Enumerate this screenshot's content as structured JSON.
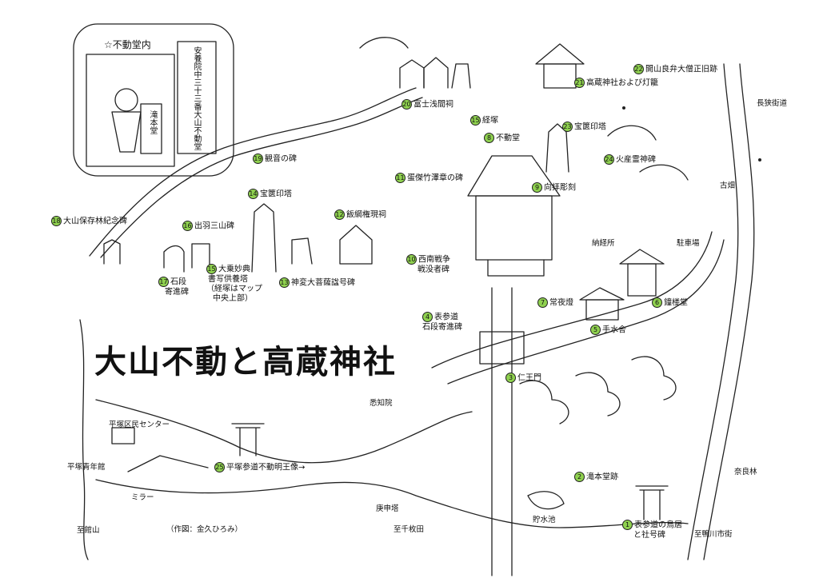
{
  "title": "大山不動と高蔵神社",
  "credit": "（作図：金久ひろみ）",
  "inset": {
    "title": "☆不動堂内",
    "scroll_text": "安養院中三十三番大山不動堂",
    "plaque_text": "滝本堂"
  },
  "locations": [
    {
      "id": "loc-1",
      "number": "1",
      "label": "表参道の鳥居",
      "label2": "と社号碑"
    },
    {
      "id": "loc-2",
      "number": "2",
      "label": "滝本堂跡"
    },
    {
      "id": "loc-3",
      "number": "3",
      "label": "仁王門"
    },
    {
      "id": "loc-4",
      "number": "4",
      "label": "表参道",
      "label2": "石段寄進碑"
    },
    {
      "id": "loc-5",
      "number": "5",
      "label": "手水舎"
    },
    {
      "id": "loc-6",
      "number": "6",
      "label": "鐘楼堂"
    },
    {
      "id": "loc-7",
      "number": "7",
      "label": "常夜燈"
    },
    {
      "id": "loc-8",
      "number": "8",
      "label": "不動堂"
    },
    {
      "id": "loc-9",
      "number": "9",
      "label": "向拝彫刻"
    },
    {
      "id": "loc-10",
      "number": "10",
      "label": "西南戦争",
      "label2": "戦没者碑"
    },
    {
      "id": "loc-11",
      "number": "11",
      "label": "蛋傑竹澤章の碑"
    },
    {
      "id": "loc-12",
      "number": "12",
      "label": "飯綱権現祠"
    },
    {
      "id": "loc-13",
      "number": "13",
      "label": "神変大菩薩諡号碑"
    },
    {
      "id": "loc-14",
      "number": "14",
      "label": "宝篋印塔"
    },
    {
      "id": "loc-15",
      "number": "15",
      "label": "大乗妙典",
      "label2": "書写供養塔",
      "note": "（経塚はマップ",
      "note2": "中央上部）"
    },
    {
      "id": "loc-16",
      "number": "16",
      "label": "出羽三山碑"
    },
    {
      "id": "loc-17",
      "number": "17",
      "label": "石段",
      "label2": "寄進碑"
    },
    {
      "id": "loc-18",
      "number": "18",
      "label": "大山保存林紀念碑"
    },
    {
      "id": "loc-19",
      "number": "19",
      "label": "観音の碑"
    },
    {
      "id": "loc-20",
      "number": "20",
      "label": "富士浅間祠"
    },
    {
      "id": "loc-21",
      "number": "21",
      "label": "高蔵神社および灯籠"
    },
    {
      "id": "loc-22",
      "number": "22",
      "label": "開山良弁大僧正旧跡"
    },
    {
      "id": "loc-23",
      "number": "23",
      "label": "宝篋印塔"
    },
    {
      "id": "loc-24",
      "number": "24",
      "label": "火産霊神碑"
    },
    {
      "id": "loc-25",
      "number": "25",
      "label": "平塚参道不動明王像→"
    },
    {
      "id": "loc-15b",
      "number": "15",
      "label": "経塚"
    }
  ],
  "places": {
    "nagasaka": "長狭街道",
    "komura": "古畑",
    "parking": "駐車場",
    "nokyo": "納経所",
    "hoshiin": "悉知院",
    "hiratsuka_center": "平塚区民センター",
    "hiratsuka_youth": "平塚青年館",
    "mirror": "ミラー",
    "to_tateyama": "至館山",
    "koshinto": "庚申塔",
    "to_chikura": "至千枚田",
    "reservoir": "貯水池",
    "narabayashi": "奈良林",
    "to_kamogawa": "至鴨川市街"
  },
  "colors": {
    "badge": "#8fd14f",
    "ink": "#111111"
  }
}
